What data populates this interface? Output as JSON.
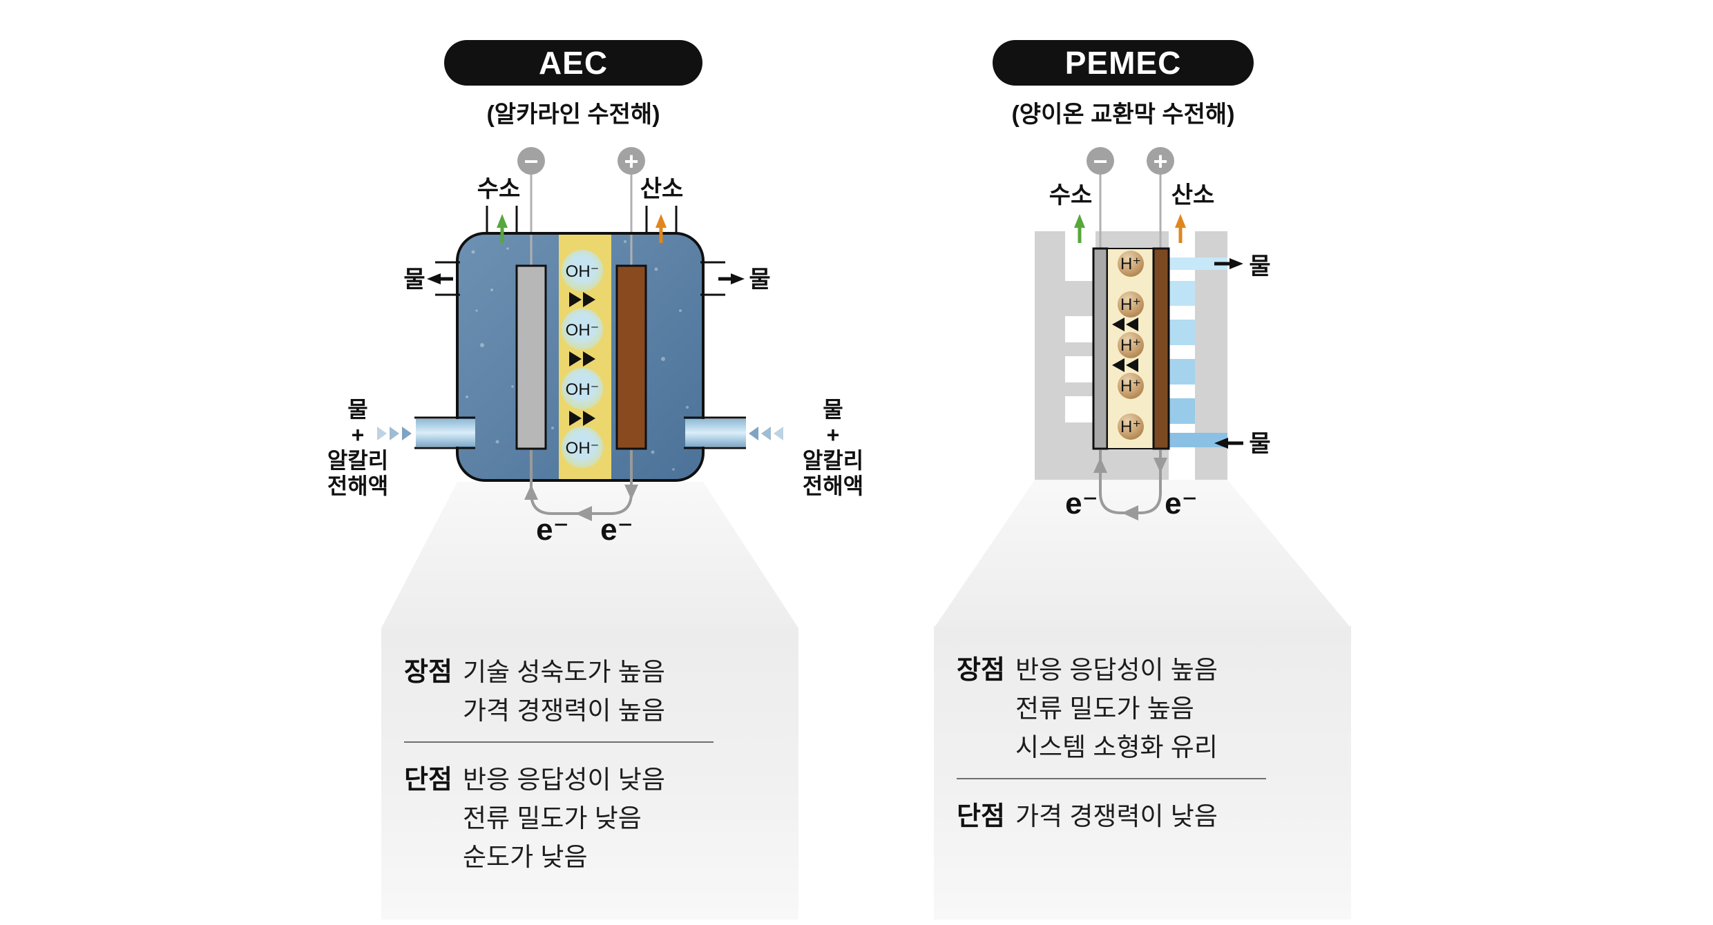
{
  "aec": {
    "title": "AEC",
    "subtitle": "(알카라인 수전해)",
    "labels": {
      "minus": "−",
      "plus": "+",
      "hydrogen": "수소",
      "oxygen": "산소",
      "water": "물",
      "hydroxide_ion": "OH⁻",
      "electron": "e⁻"
    },
    "electrolyte": [
      "물",
      "+",
      "알칼리",
      "전해액"
    ],
    "pros_label": "장점",
    "pros": [
      "기술 성숙도가 높음",
      "가격 경쟁력이 높음"
    ],
    "cons_label": "단점",
    "cons": [
      "반응 응답성이 낮음",
      "전류 밀도가 낮음",
      "순도가 낮음"
    ]
  },
  "pemec": {
    "title": "PEMEC",
    "subtitle": "(양이온 교환막 수전해)",
    "labels": {
      "minus": "−",
      "plus": "+",
      "hydrogen": "수소",
      "oxygen": "산소",
      "water": "물",
      "proton_ion": "H⁺",
      "electron": "e⁻"
    },
    "pros_label": "장점",
    "pros": [
      "반응 응답성이 높음",
      "전류 밀도가 높음",
      "시스템 소형화 유리"
    ],
    "cons_label": "단점",
    "cons": [
      "가격 경쟁력이 낮음"
    ]
  },
  "colors": {
    "pill_background": "#111111",
    "pill_text": "#ffffff",
    "tank_blue": "#5d83a8",
    "membrane_yellow": "#ecd76f",
    "electrode_gray": "#b7b7b7",
    "electrode_brown": "#8a4a1f",
    "pem_membrane_cream": "#f6edc8",
    "stack_gray": "#d2d2d2",
    "water_channel_blue": "#aed9f0",
    "hydrogen_arrow_green": "#56a73c",
    "oxygen_arrow_orange": "#e0861e",
    "terminal_gray": "#a2a2a2",
    "circuit_gray": "#9a9a9a",
    "card_background": "#efefef"
  }
}
